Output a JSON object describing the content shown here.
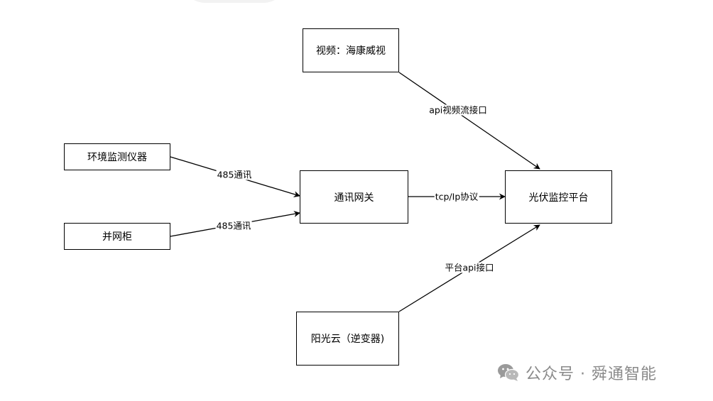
{
  "nodes": {
    "video": "视频：海康威视",
    "env_monitor": "环境监测仪器",
    "grid_cabinet": "并网柜",
    "gateway": "通讯网关",
    "pv_platform": "光伏监控平台",
    "sungrow_cloud": "阳光云（逆变器)"
  },
  "edges": {
    "video_to_platform": "api视频流接口",
    "env_to_gateway": "485通讯",
    "cabinet_to_gateway": "485通讯",
    "gateway_to_platform": "tcp/Ip协议",
    "cloud_to_platform": "平台api接口"
  },
  "watermark": {
    "text": "公众号 · 舜通智能",
    "icon": "wechat-icon"
  }
}
